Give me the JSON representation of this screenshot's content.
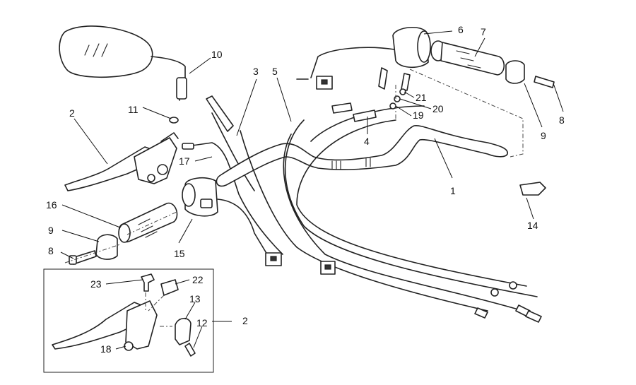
{
  "callouts": {
    "c1": "1",
    "c2a": "2",
    "c2b": "2",
    "c3": "3",
    "c4": "4",
    "c5": "5",
    "c6": "6",
    "c7": "7",
    "c8a": "8",
    "c8b": "8",
    "c9a": "9",
    "c9b": "9",
    "c10": "10",
    "c11": "11",
    "c12": "12",
    "c13": "13",
    "c14": "14",
    "c15": "15",
    "c16": "16",
    "c17": "17",
    "c18": "18",
    "c19": "19",
    "c20": "20",
    "c21": "21",
    "c22": "22",
    "c23": "23"
  }
}
